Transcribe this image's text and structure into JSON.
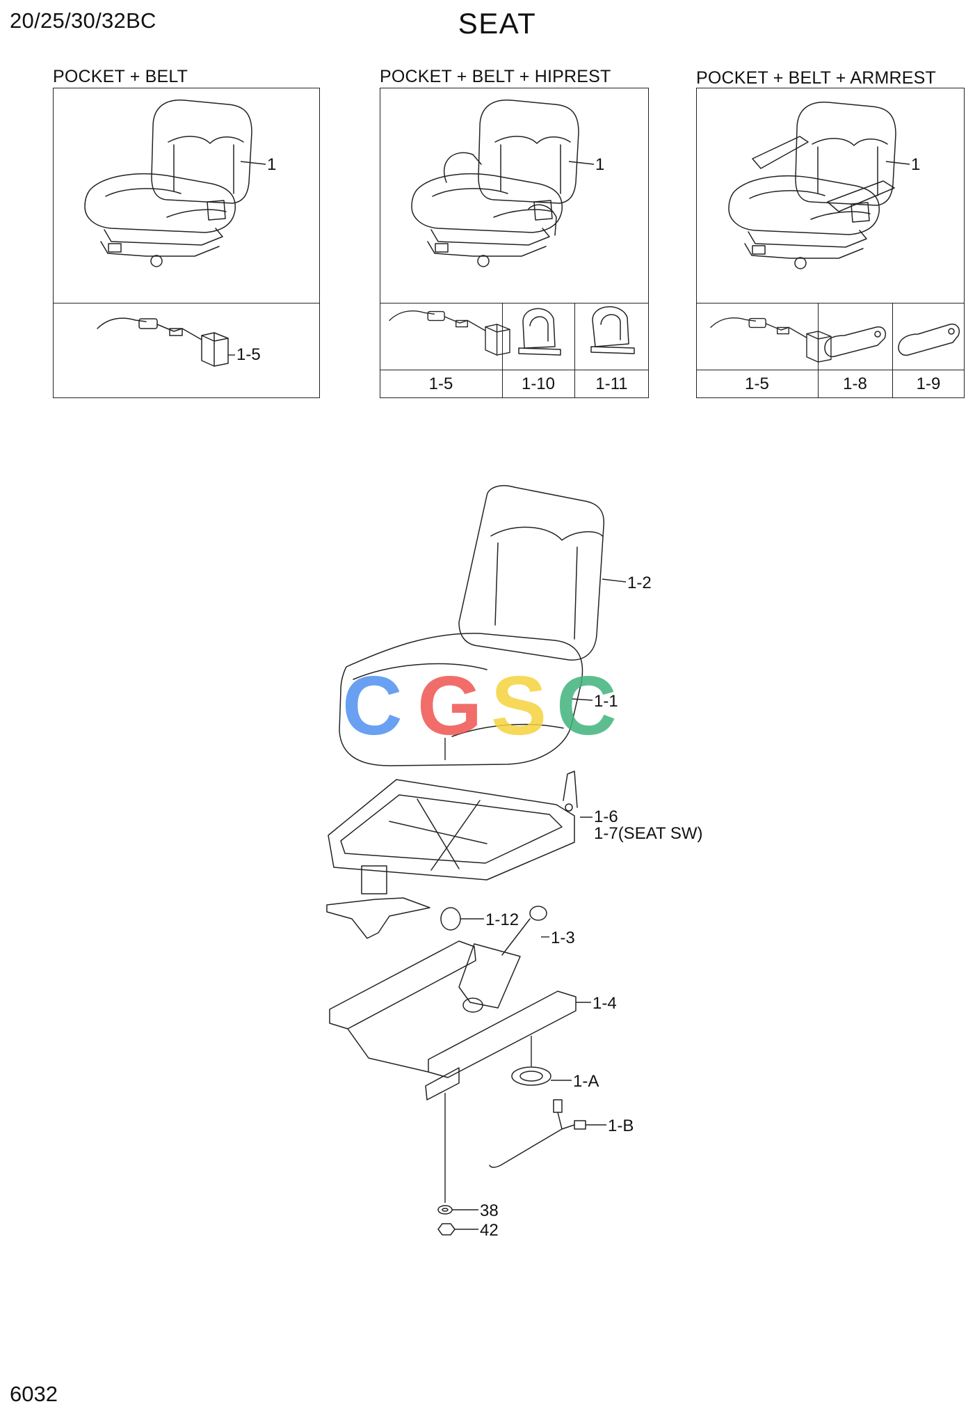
{
  "header": {
    "model": "20/25/30/32BC",
    "title": "SEAT"
  },
  "panels": [
    {
      "title": "POCKET + BELT",
      "seat_callout": "1",
      "parts": [
        {
          "callout": "1-5"
        }
      ]
    },
    {
      "title": "POCKET + BELT + HIPREST",
      "seat_callout": "1",
      "parts": [
        {
          "callout": "1-5"
        },
        {
          "callout": "1-10"
        },
        {
          "callout": "1-11"
        }
      ]
    },
    {
      "title": "POCKET + BELT + ARMREST",
      "seat_callout": "1",
      "parts": [
        {
          "callout": "1-5"
        },
        {
          "callout": "1-8"
        },
        {
          "callout": "1-9"
        }
      ]
    }
  ],
  "main_diagram": {
    "callouts": [
      {
        "id": "backrest",
        "label": "1-2"
      },
      {
        "id": "cushion",
        "label": "1-1"
      },
      {
        "id": "frame",
        "label": "1-6"
      },
      {
        "id": "seat-switch",
        "label": "1-7(SEAT SW)"
      },
      {
        "id": "knob",
        "label": "1-12"
      },
      {
        "id": "damper",
        "label": "1-3"
      },
      {
        "id": "rail",
        "label": "1-4"
      },
      {
        "id": "grommet",
        "label": "1-A"
      },
      {
        "id": "harness",
        "label": "1-B"
      },
      {
        "id": "washer",
        "label": "38"
      },
      {
        "id": "nut",
        "label": "42"
      }
    ]
  },
  "watermark": {
    "letters": [
      "C",
      "G",
      "S",
      "C"
    ],
    "colors": [
      "#4f8ff0",
      "#ef5350",
      "#f5d23c",
      "#3fb37a"
    ]
  },
  "footer": {
    "page_number": "6032"
  }
}
